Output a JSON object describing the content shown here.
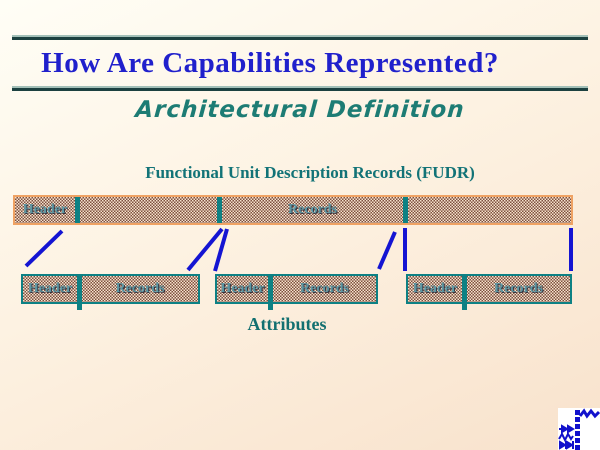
{
  "slide": {
    "title": "How Are Capabilities Represented?",
    "subtitle": "Architectural Definition",
    "diagram_title": "Functional Unit Description Records (FUDR)",
    "attributes_label": "Attributes",
    "fudr_bar": {
      "header_label": "Header",
      "records_label": "Records"
    },
    "attribute_boxes": [
      {
        "header_label": "Header",
        "records_label": "Records"
      },
      {
        "header_label": "Header",
        "records_label": "Records"
      },
      {
        "header_label": "Header",
        "records_label": "Records"
      }
    ],
    "logo_icon": "circuit-waveform-logo",
    "colors": {
      "title_blue": "#2020cc",
      "heading_teal": "#127377",
      "divider_teal": "#0d8184",
      "connector_blue": "#1414d2",
      "bar_border_orange": "#efa263",
      "rule_light": "#a3c0b8",
      "rule_dark": "#1c4140"
    }
  }
}
